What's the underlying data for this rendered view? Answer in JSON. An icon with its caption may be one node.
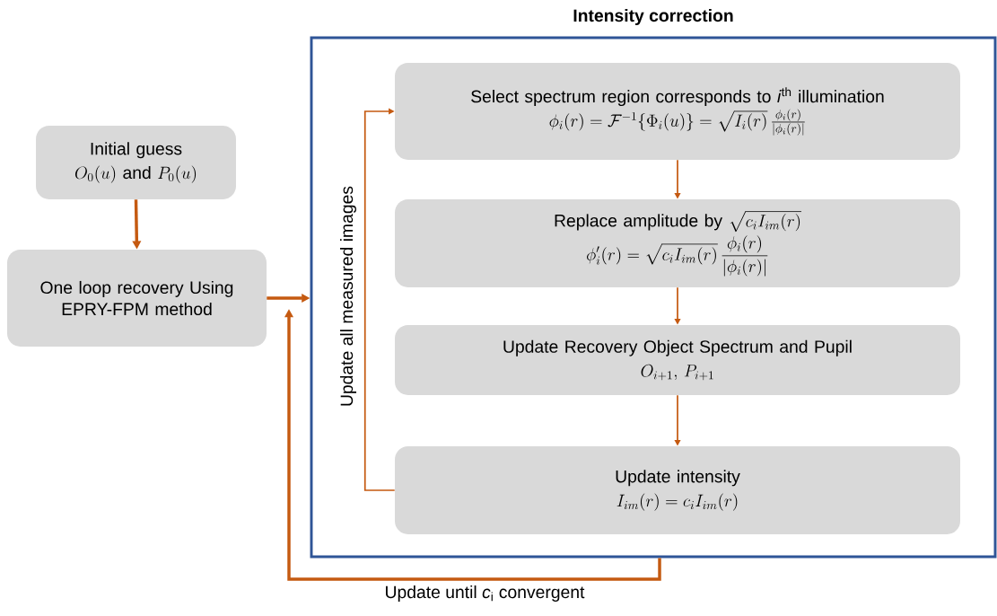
{
  "diagram": {
    "nodes": [
      {
        "text": [
          "Intensity correction"
        ]
      },
      {
        "text": [
          "Initial guess",
          "O_0(u) \\text{ and } P_0(u)"
        ]
      },
      {
        "text": [
          "One loop recovery Using EPRY-FPM method"
        ]
      },
      {
        "text": [
          "Select spectrum region corresponds to *i*$^{th}$ illumination",
          "\\phi_i(r) = \\mathcal{F}^{-1}\\{\\Phi_i(u)\\} = \\sqrt{I_i(r)}\\,\\frac{\\phi_i(r)}{|\\phi_i(r)|}"
        ],
        "in": 0
      },
      {
        "text": [
          "Replace amplitude by",
          "\\sqrt{c_i I_{im}(r)}",
          "\\phi'_i(r) = \\sqrt{c_i I_{im}(r)}\\,\\frac{\\phi_i(r)}{|\\phi_i(r)|}"
        ],
        "in": 0
      },
      {
        "text": [
          "Update Recovery Object Spectrum and Pupil",
          "O_{i+1},\\, P_{i+1}"
        ],
        "in": 0
      },
      {
        "text": [
          "Update intensity",
          "I_{im}(r) = c_i I_{im}(r)"
        ],
        "in": 0
      }
    ],
    "edges": [
      {
        "from": 1,
        "to": 2,
        "arrow": "to",
        "style": "thick"
      },
      {
        "from": 2,
        "to": 0,
        "arrow": "to",
        "style": "thick"
      },
      {
        "from": 3,
        "to": 4,
        "arrow": "to"
      },
      {
        "from": 4,
        "to": 5,
        "arrow": "to"
      },
      {
        "from": 5,
        "to": 6,
        "arrow": "to"
      },
      {
        "from": 6,
        "to": 3,
        "arrow": "to",
        "label": "Update all measured images"
      },
      {
        "from": 0,
        "to": null,
        "arrow": "to",
        "style": "thick",
        "label": "Update until *c*$_{i}$ convergent"
      }
    ]
  }
}
